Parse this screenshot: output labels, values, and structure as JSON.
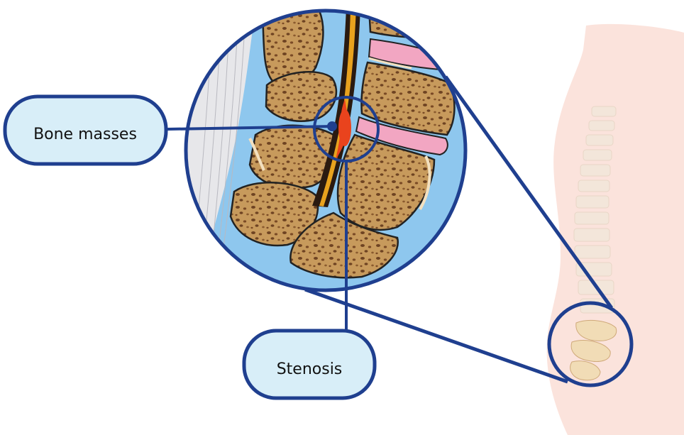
{
  "labels": {
    "bone_masses": "Bone masses",
    "stenosis": "Stenosis"
  },
  "colors": {
    "outline": "#1f3f8f",
    "callout_fill": "#d8eef8",
    "background_blue": "#8ec7ee",
    "bone_fill": "#c79a5c",
    "bone_spot": "#6e4322",
    "bone_edge": "#f3e0bf",
    "disc": "#f2a6c2",
    "spinal_cord": "#e8a21e",
    "stenosis": "#e9431d",
    "ligament": "#e7e7ea",
    "body_silhouette": "#fbe3dc"
  },
  "icons": {
    "bone_masses_marker": "dot-marker"
  }
}
